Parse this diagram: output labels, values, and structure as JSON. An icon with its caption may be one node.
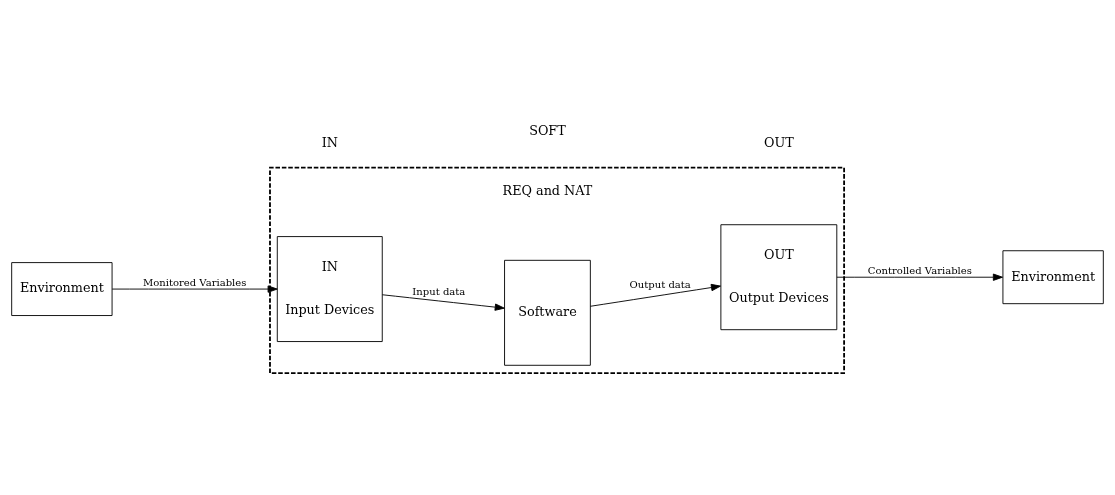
{
  "diagram": {
    "nodes": [
      {
        "text": [
          "Environment"
        ]
      },
      {
        "text": [],
        "shape": "box"
      },
      {
        "text": [
          "IN",
          "Input Devices"
        ],
        "in": 1
      },
      {
        "text": [
          "Software"
        ],
        "in": 1
      },
      {
        "text": [
          "OUT",
          "Output Devices"
        ],
        "in": 1
      },
      {
        "text": [
          "Environment"
        ]
      }
    ],
    "edges": [
      {
        "from": 0,
        "to": 2,
        "arrow": "to",
        "label": "Monitored Variables"
      },
      {
        "from": 2,
        "to": 3,
        "arrow": "to",
        "label": "Input data"
      },
      {
        "from": 3,
        "to": 4,
        "arrow": "to",
        "label": "Output data"
      },
      {
        "from": 4,
        "to": 5,
        "arrow": "to",
        "label": "Controlled Variables"
      }
    ],
    "labels": [
      "REQ and NAT",
      "IN",
      "SOFT",
      "OUT"
    ]
  }
}
